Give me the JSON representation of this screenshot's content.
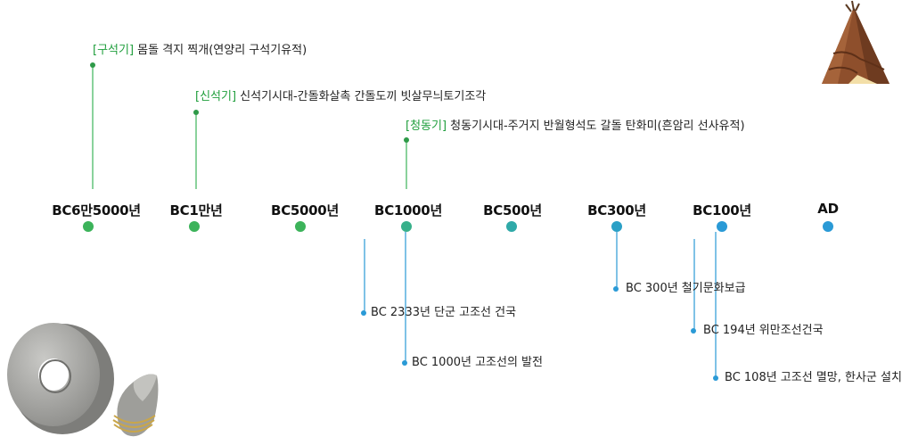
{
  "years": [
    "BC6만5000년",
    "BC1만년",
    "BC5000년",
    "BC1000년",
    "BC500년",
    "BC300년",
    "BC100년",
    "AD"
  ],
  "eras": [
    {
      "tag": "[구석기]",
      "text": "몸돌 격지 찍개(연양리 구석기유적)"
    },
    {
      "tag": "[신석기]",
      "text": "신석기시대-간돌화살촉 간돌도끼 빗살무늬토기조각"
    },
    {
      "tag": "[청동기]",
      "text": "청동기시대-주거지 반월형석도 갈돌 탄화미(흔암리 선사유적)"
    }
  ],
  "events": [
    "BC 2333년 단군 고조선 건국",
    "BC 1000년 고조선의 발전",
    "BC 300년 철기문화보급",
    "BC 194년 위만조선건국",
    "BC 108년 고조선 멸망, 한사군 설치"
  ],
  "colors": {
    "green": "#3cb35a",
    "blue": "#2a9ad6",
    "era_tag": "#1f9e3c",
    "text": "#222222"
  },
  "illustrations": [
    "teepee-hut-icon",
    "stone-ring-icon",
    "stone-tool-icon"
  ]
}
